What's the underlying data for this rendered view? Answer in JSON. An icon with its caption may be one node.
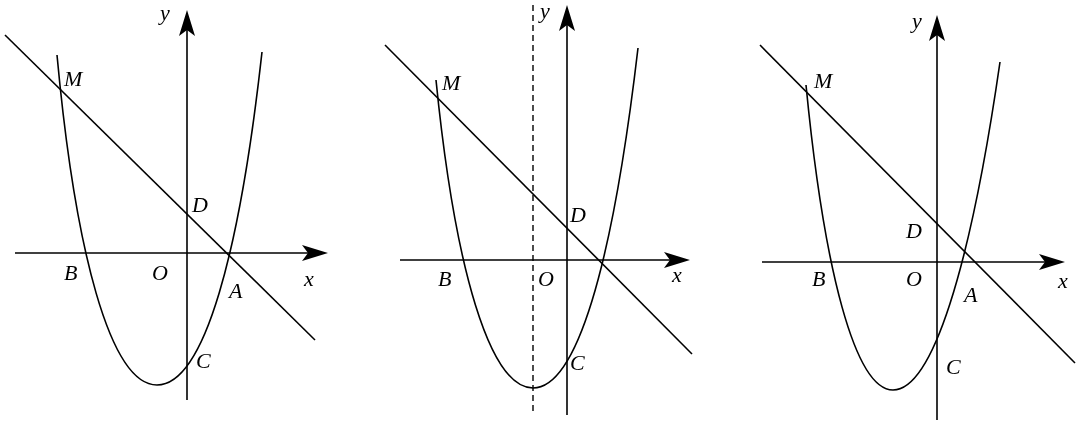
{
  "diagram": {
    "labels": [
      "M",
      "D",
      "B",
      "O",
      "A",
      "C",
      "x",
      "y",
      "M",
      "D",
      "B",
      "O",
      "C",
      "x",
      "y",
      "M",
      "D",
      "B",
      "O",
      "A",
      "C",
      "x",
      "y"
    ]
  }
}
